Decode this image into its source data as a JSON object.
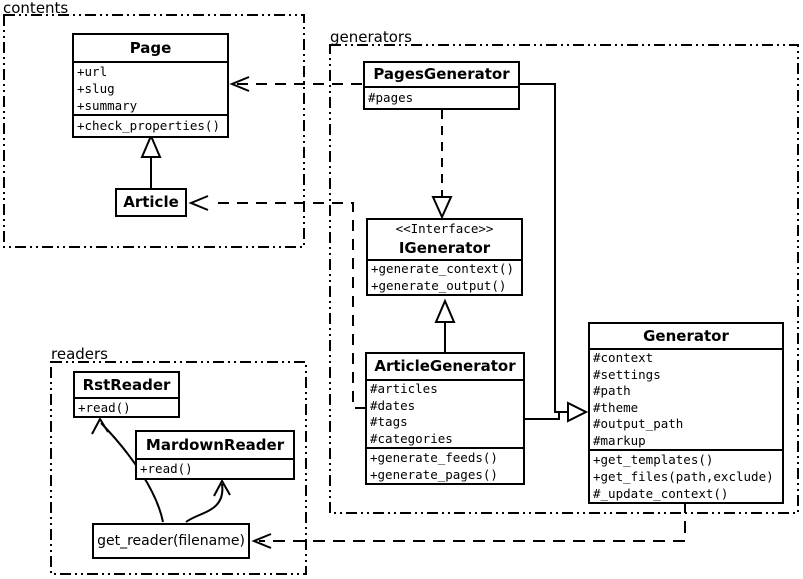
{
  "packages": {
    "contents": {
      "label": "contents"
    },
    "generators": {
      "label": "generators"
    },
    "readers": {
      "label": "readers"
    }
  },
  "classes": {
    "page": {
      "title": "Page",
      "attributes": [
        "+url",
        "+slug",
        "+summary"
      ],
      "methods": [
        "+check_properties()"
      ]
    },
    "article": {
      "title": "Article"
    },
    "pages_generator": {
      "title": "PagesGenerator",
      "attributes": [
        "#pages"
      ]
    },
    "igenerator": {
      "stereotype": "<<Interface>>",
      "title": "IGenerator",
      "methods": [
        "+generate_context()",
        "+generate_output()"
      ]
    },
    "article_generator": {
      "title": "ArticleGenerator",
      "attributes": [
        "#articles",
        "#dates",
        "#tags",
        "#categories"
      ],
      "methods": [
        "+generate_feeds()",
        "+generate_pages()"
      ]
    },
    "generator": {
      "title": "Generator",
      "attributes": [
        "#context",
        "#settings",
        "#path",
        "#theme",
        "#output_path",
        "#markup"
      ],
      "methods": [
        "+get_templates()",
        "+get_files(path,exclude)",
        "#_update_context()"
      ]
    },
    "rst_reader": {
      "title": "RstReader",
      "methods": [
        "+read()"
      ]
    },
    "markdown_reader": {
      "title": "MardownReader",
      "methods": [
        "+read()"
      ]
    },
    "get_reader": {
      "label": "get_reader(filename)"
    }
  },
  "relationships": [
    {
      "type": "generalization",
      "from": "Article",
      "to": "Page"
    },
    {
      "type": "dependency",
      "from": "PagesGenerator",
      "to": "Page"
    },
    {
      "type": "dependency",
      "from": "ArticleGenerator",
      "to": "Article"
    },
    {
      "type": "realization",
      "from": "PagesGenerator",
      "to": "IGenerator"
    },
    {
      "type": "generalization",
      "from": "ArticleGenerator",
      "to": "IGenerator"
    },
    {
      "type": "generalization",
      "from": "PagesGenerator",
      "to": "Generator"
    },
    {
      "type": "generalization",
      "from": "ArticleGenerator",
      "to": "Generator"
    },
    {
      "type": "dependency",
      "from": "Generator",
      "to": "get_reader(filename)"
    },
    {
      "type": "call",
      "from": "get_reader(filename)",
      "to": "RstReader"
    },
    {
      "type": "call",
      "from": "get_reader(filename)",
      "to": "MardownReader"
    }
  ],
  "colors": {
    "stroke": "#000000",
    "background": "#ffffff"
  }
}
